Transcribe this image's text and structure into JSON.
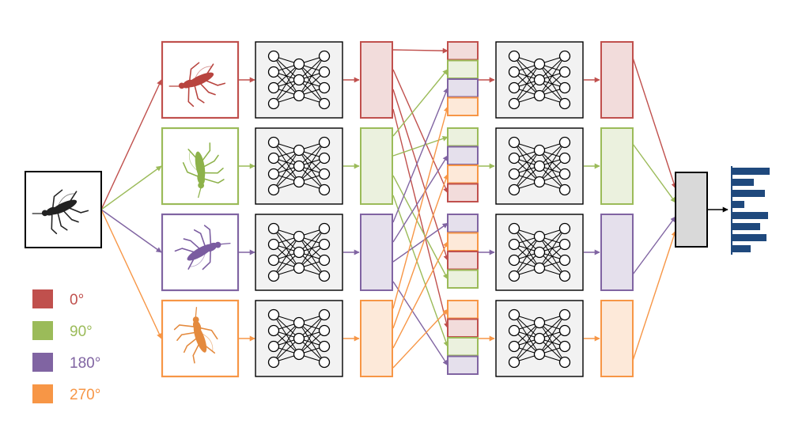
{
  "diagram": {
    "rotations": [
      {
        "label": "0°",
        "stroke": "#c0504d",
        "fill": "#f2dcdb",
        "insect": "#b8443f"
      },
      {
        "label": "90°",
        "stroke": "#9bbb59",
        "fill": "#ebf1de",
        "insect": "#8db24a"
      },
      {
        "label": "180°",
        "stroke": "#8064a2",
        "fill": "#e5e0ec",
        "insect": "#7a5ca0"
      },
      {
        "label": "270°",
        "stroke": "#f79646",
        "fill": "#fde9d9",
        "insect": "#e48a3e"
      }
    ],
    "input_insect_color": "#222222",
    "network_box_fill": "#f2f2f2",
    "aggregator_fill": "#d9d9d9",
    "histogram": {
      "color": "#1f497d",
      "bar_lengths": [
        48,
        28,
        42,
        16,
        46,
        36,
        44,
        24
      ]
    }
  }
}
